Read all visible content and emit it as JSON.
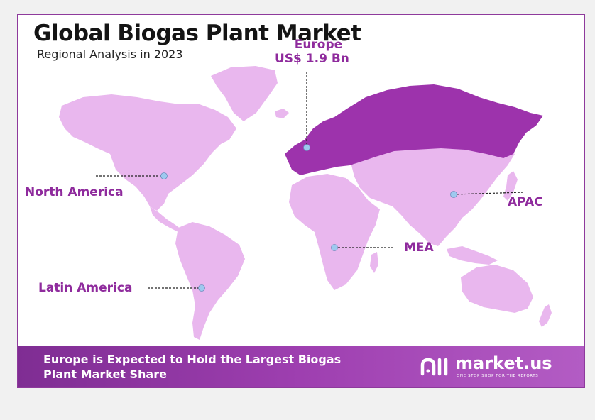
{
  "header": {
    "title": "Global Biogas Plant Market",
    "subtitle": "Regional Analysis in 2023"
  },
  "regions": {
    "europe": {
      "name": "Europe",
      "value": "US$ 1.9 Bn"
    },
    "north_america": {
      "name": "North America"
    },
    "latin_america": {
      "name": "Latin America"
    },
    "mea": {
      "name": "MEA"
    },
    "apac": {
      "name": "APAC"
    }
  },
  "footer": {
    "text": "Europe is Expected to Hold the Largest Biogas Plant Market Share",
    "brand_name": "market.us",
    "brand_tagline": "ONE STOP SHOP FOR THE REPORTS"
  },
  "colors": {
    "highlight_region": "#9d33ac",
    "other_regions": "#e9b7ee",
    "label_text": "#8f2b9d",
    "marker": "#9ec9ef",
    "footer_gradient_start": "#7f2d93",
    "footer_gradient_end": "#b35cc4"
  },
  "icons": {
    "brand_logo": "market-us-logo"
  }
}
